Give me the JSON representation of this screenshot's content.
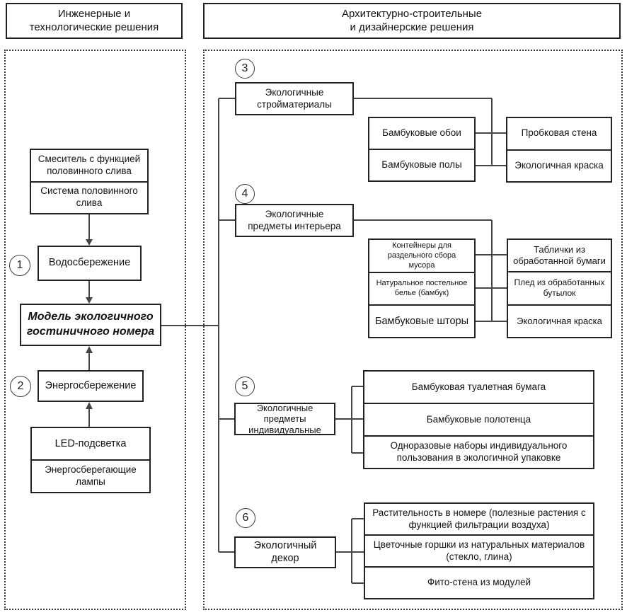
{
  "headers": {
    "left": [
      "Инженерные и",
      "технологические решения"
    ],
    "right": [
      "Архитектурно-строительные",
      "и дизайнерские решения"
    ]
  },
  "engineering": {
    "water_sources": [
      "Смеситель с функцией половинного слива",
      "Система половинного слива"
    ],
    "node1_num": "1",
    "node1_label": "Водосбережение",
    "model_lines": [
      "Модель экологичного",
      "гостиничного номера"
    ],
    "node2_num": "2",
    "node2_label": "Энергосбережение",
    "energy_sources": [
      "LED-подсветка",
      "Энергосберегающие лампы"
    ]
  },
  "design": {
    "sections": [
      {
        "num": "3",
        "label_lines": [
          "Экологичные",
          "стройматериалы"
        ],
        "left_stack": [
          "Бамбуковые обои",
          "Бамбуковые полы"
        ],
        "right_stack": [
          "Пробковая стена",
          "Экологичная краска"
        ]
      },
      {
        "num": "4",
        "label_lines": [
          "Экологичные",
          "предметы интерьера"
        ],
        "left_stack": [
          "Контейнеры для раздельного сбора мусора",
          "Натуральное постельное белье (бамбук)",
          "Бамбуковые шторы"
        ],
        "right_stack": [
          "Таблички из обработанной бумаги",
          "Плед из обработанных бутылок",
          "Экологичная краска"
        ]
      },
      {
        "num": "5",
        "label_lines": [
          "Экологичные предметы",
          "индивидуальные"
        ],
        "stack": [
          "Бамбуковая туалетная бумага",
          "Бамбуковые полотенца",
          "Одноразовые наборы индивидуального пользования в экологичной упаковке"
        ]
      },
      {
        "num": "6",
        "label_lines": [
          "Экологичный декор"
        ],
        "stack": [
          "Растительность в номере (полезные растения с функцией фильтрации воздуха)",
          "Цветочные горшки из натуральных материалов (стекло, глина)",
          "Фито-стена из модулей"
        ]
      }
    ]
  }
}
